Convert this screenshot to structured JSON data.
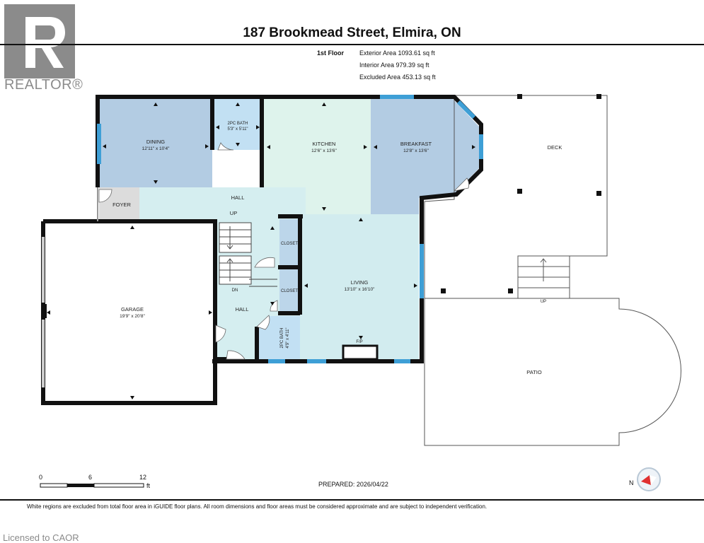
{
  "brand": {
    "logo_text": "REALTOR®"
  },
  "header": {
    "title": "187 Brookmead Street, Elmira, ON",
    "floor": "1st Floor",
    "exterior_area": "Exterior Area 1093.61 sq ft",
    "interior_area": "Interior Area 979.39 sq ft",
    "excluded_area": "Excluded Area 453.13 sq ft"
  },
  "rooms": {
    "dining": {
      "name": "DINING",
      "dims": "12'11\" x 10'4\""
    },
    "bath1": {
      "name": "2PC BATH",
      "dims": "5'3\" x 5'11\""
    },
    "kitchen": {
      "name": "KITCHEN",
      "dims": "12'6\" x 13'6\""
    },
    "breakfast": {
      "name": "BREAKFAST",
      "dims": "12'8\" x 13'6\""
    },
    "deck": {
      "name": "DECK"
    },
    "hall_upper": {
      "name": "HALL"
    },
    "up_upper": {
      "name": "UP"
    },
    "foyer": {
      "name": "FOYER"
    },
    "closet1": {
      "name": "CLOSET"
    },
    "closet2": {
      "name": "CLOSET"
    },
    "garage": {
      "name": "GARAGE",
      "dims": "19'9\" x 20'8\""
    },
    "dn": {
      "name": "DN"
    },
    "hall_lower": {
      "name": "HALL"
    },
    "bath2": {
      "name": "2PC BATH",
      "dims": "4'9\" x 4'11\""
    },
    "living": {
      "name": "LIVING",
      "dims": "13'10\" x 16'10\""
    },
    "fireplace": {
      "name": "F/P"
    },
    "up_deck": {
      "name": "UP"
    },
    "patio": {
      "name": "PATIO"
    }
  },
  "scale": {
    "labels": [
      "0",
      "6",
      "12"
    ],
    "unit": "ft"
  },
  "footer": {
    "prepared": "PREPARED: 2026/04/22",
    "disclaimer": "White regions are excluded from total floor area in iGUIDE floor plans. All room dimensions and floor areas must be considered approximate and are subject to independent verification.",
    "licensed": "Licensed to CAOR",
    "compass_letter": "N"
  },
  "colors": {
    "wall": "#111111",
    "dining_fill": "#b3cce3",
    "breakfast_fill": "#b3cce3",
    "bath_fill": "#c2e0f3",
    "kitchen_fill": "#def3ec",
    "living_fill": "#d2ecef",
    "hall_fill": "#d5eef0",
    "foyer_fill": "#dcdcdc",
    "window": "#3e9fd6",
    "compass_red": "#e03030"
  }
}
